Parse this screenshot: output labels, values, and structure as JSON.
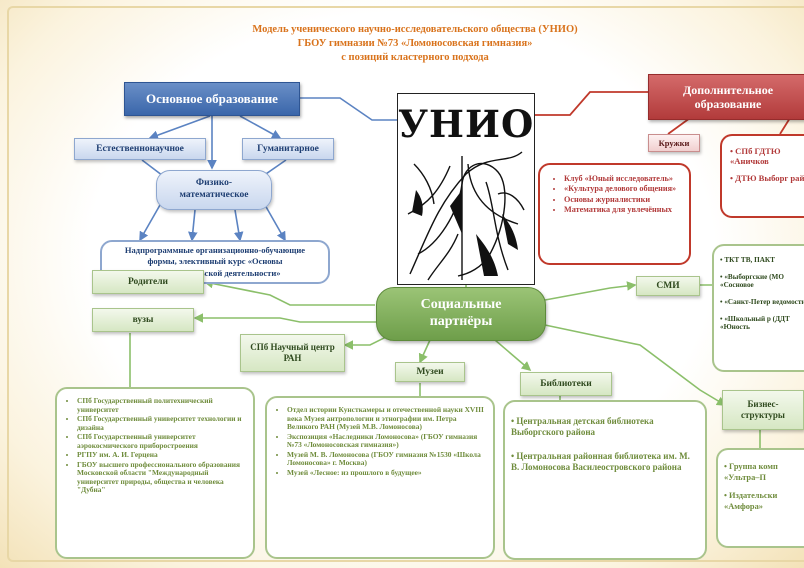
{
  "title": {
    "line1": "Модель ученического научно-исследовательского общества (УНИО)",
    "line2": "ГБОУ гимназии №73 «Ломоносовская гимназия»",
    "line3": "с позиций кластерного подхода"
  },
  "center_logo": {
    "text": "УНИО"
  },
  "basic_education": {
    "label": "Основное образование",
    "natural": "Естественнонаучное",
    "humanitarian": "Гуманитарное",
    "physmath": "Физико-математическое",
    "forms": "Надпрограммные организационно-обучающие формы, элективный курс «Основы исследовательской деятельности»"
  },
  "additional_education": {
    "label": "Дополнительное образование",
    "clubs_label": "Кружки",
    "clubs": [
      "Клуб «Юный исследователь»",
      "«Культура делового общения»",
      "Основы журналистики",
      "Математика для увлечённых"
    ],
    "institutions": [
      "СПб ГДТЮ «Аничков",
      "ДТЮ Выборг района"
    ]
  },
  "social_partners": {
    "label": "Социальные партнёры",
    "parents": "Родители",
    "universities": "вузы",
    "ran_center": "СПб Научный центр РАН",
    "museums_label": "Музеи",
    "libraries_label": "Библиотеки",
    "media_label": "СМИ",
    "business_label": "Бизнес-структуры",
    "university_list": [
      "СПб Государственный политехнический университет",
      "СПб Государственный университет технологии и дизайна",
      "СПб Государственный университет аэрокосмического приборостроения",
      "РГПУ им. А. И. Герцена",
      "ГБОУ высшего профессионального образования Московской области \"Международный университет природы, общества и человека \"Дубна\""
    ],
    "museum_list": [
      "Отдел истории Кунсткамеры и отечественной науки XVIII века Музея антропологии и этнографии им. Петра Великого РАН (Музей М.В. Ломоносова)",
      "Экспозиция «Наследники Ломоносова» (ГБОУ гимназия №73 «Ломоносовская гимназия»)",
      "Музей М. В. Ломоносова (ГБОУ гимназия №1530 «Школа Ломоносова» г. Москва)",
      "Музей «Лесное: из прошлого в будущее»"
    ],
    "library_list": [
      "Центральная детская библиотека Выборгского района",
      "Центральная районная библиотека им. М. В. Ломоносова Василеостровского района"
    ],
    "media_list": [
      "ТКТ ТВ, ПАКТ",
      "«Выборгские (МО «Сосновое",
      "«Санкт-Петер ведомости»",
      "«Школьный р (ДДТ «Юность"
    ],
    "business_list": [
      "Группа комп «Ультра–П",
      "Издательски «Амфора»"
    ]
  },
  "colors": {
    "title": "#d9731c",
    "blue": "#3a66aa",
    "green": "#6e9e4a",
    "red": "#b23b3b"
  }
}
